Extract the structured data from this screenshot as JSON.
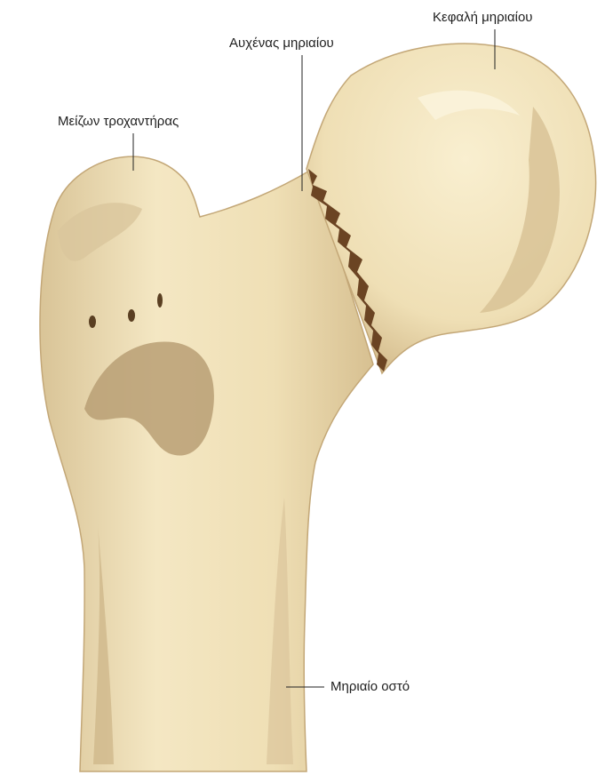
{
  "labels": {
    "femoral_head": "Κεφαλή μηριαίου",
    "femoral_neck": "Αυχένας μηριαίου",
    "greater_trochanter": "Μείζων τροχαντήρας",
    "femur": "Μηριαίο οστό"
  },
  "colors": {
    "bone_fill": "#efe0b6",
    "bone_highlight": "#f8eecd",
    "bone_shadow": "#cdb58a",
    "bone_outline": "#b99c6c",
    "fracture": "#6b4423",
    "leader": "#222222"
  }
}
